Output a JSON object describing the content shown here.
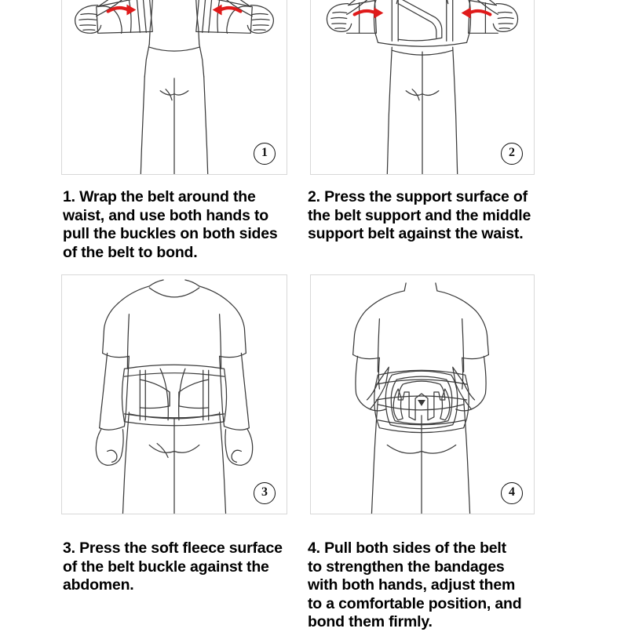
{
  "document": {
    "type": "product-instruction-sheet",
    "subject": "lumbar support back brace belt",
    "background_color": "#ffffff",
    "line_color": "#3a3a3a",
    "arrow_color": "#e01b1b",
    "panel_border_color": "#d8d8d8",
    "text_color": "#000000"
  },
  "steps": [
    {
      "number": "1",
      "badge": "1",
      "panel_name": "step-1-illustration",
      "view": "front view, torso with both hands holding the open belt ends outward",
      "arrows": 2,
      "arrow_direction": "inward toward the waist",
      "caption": "1. Wrap the belt around the\nwaist, and use both hands to\npull the buckles on both sides\nof the belt to bond."
    },
    {
      "number": "2",
      "badge": "2",
      "panel_name": "step-2-illustration",
      "view": "front view, belt wrapped around waist with support panel, hands pulling side straps",
      "arrows": 2,
      "arrow_direction": "inward toward the waist",
      "caption": "2. Press the support surface of\nthe belt support and the middle\nsupport belt against the waist."
    },
    {
      "number": "3",
      "badge": "3",
      "panel_name": "step-3-illustration",
      "view": "full front view of person in t-shirt with belt fastened, arms relaxed at sides",
      "arrows": 0,
      "arrow_direction": "",
      "caption": "3. Press the soft fleece surface\nof the belt buckle against the\nabdomen."
    },
    {
      "number": "4",
      "badge": "4",
      "panel_name": "step-4-illustration",
      "view": "back view of person with hands on hips, lumbar support pad centered on lower back",
      "arrows": 0,
      "arrow_direction": "",
      "caption": "4. Pull both sides of the belt\nto strengthen the bandages\nwith both hands, adjust them\nto a comfortable position, and\nbond them firmly."
    }
  ]
}
